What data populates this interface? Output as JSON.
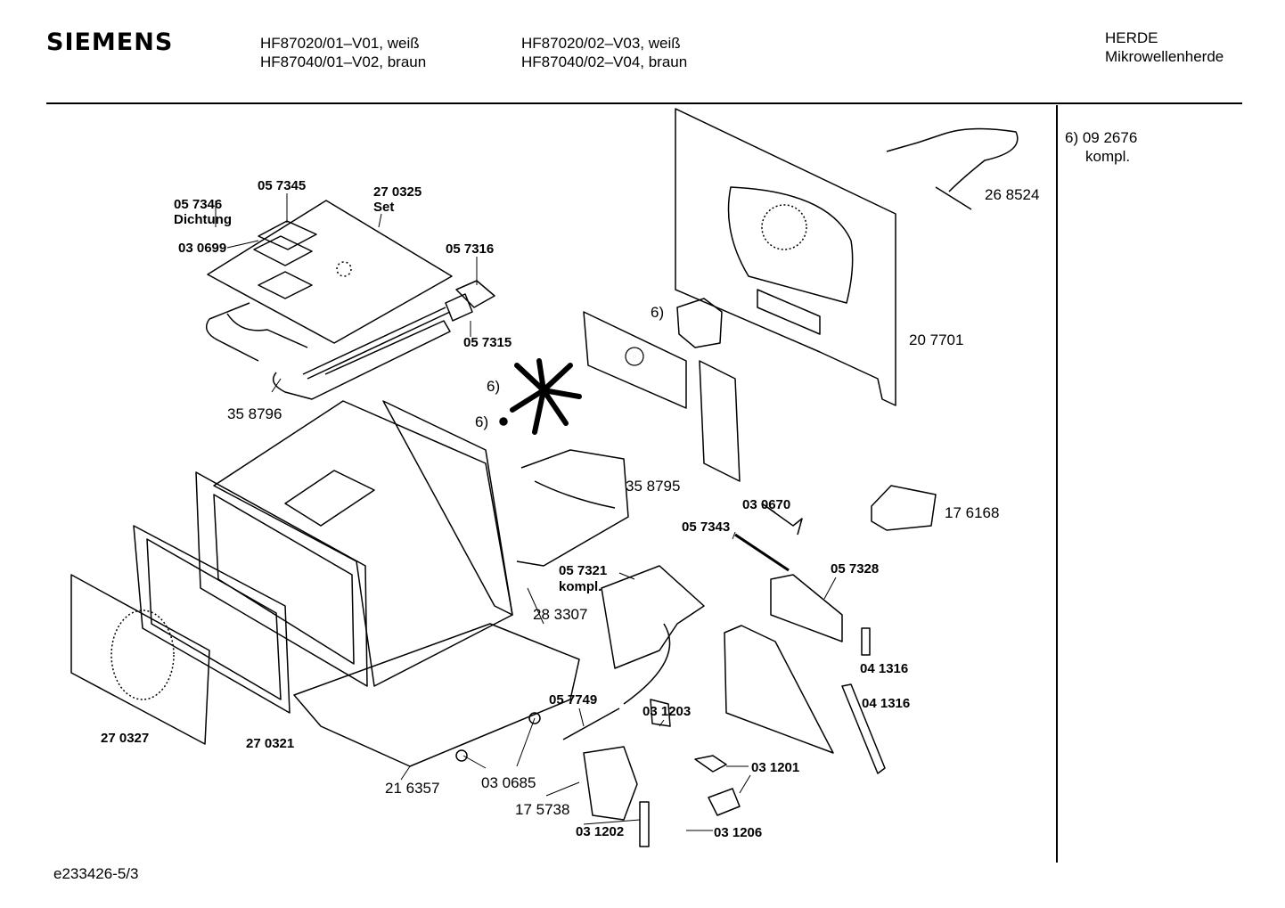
{
  "header": {
    "brand": "SIEMENS",
    "models_col1": [
      "HF87020/01–V01, weiß",
      "HF87040/01–V02, braun"
    ],
    "models_col2": [
      "HF87020/02–V03, weiß",
      "HF87040/02–V04, braun"
    ],
    "category": "HERDE",
    "subcategory": "Mikrowellenherde"
  },
  "footnote": {
    "ref": "6) 09 2676",
    "note": "kompl."
  },
  "parts": {
    "p057345": "05 7345",
    "p270325": "27 0325",
    "p270325_note": "Set",
    "p057346": "05 7346",
    "p057346_note": "Dichtung",
    "p030699": "03 0699",
    "p057316": "05 7316",
    "p057315": "05 7315",
    "p358796": "35 8796",
    "fn1": "6)",
    "fn2": "6)",
    "fn3": "6)",
    "p207701": "20 7701",
    "p268524": "26 8524",
    "p358795": "35 8795",
    "p176168": "17 6168",
    "p030670": "03 0670",
    "p057343": "05 7343",
    "p057321": "05 7321",
    "p057321_note": "kompl.",
    "p057328": "05 7328",
    "p283307": "28 3307",
    "p041316a": "04 1316",
    "p041316b": "04 1316",
    "p057749": "05 7749",
    "p031203": "03 1203",
    "p031201": "03 1201",
    "p270327": "27 0327",
    "p270321": "27 0321",
    "p216357": "21 6357",
    "p030685": "03 0685",
    "p175738": "17 5738",
    "p031202": "03 1202",
    "p031206": "03 1206"
  },
  "document_id": "e233426-5/3"
}
